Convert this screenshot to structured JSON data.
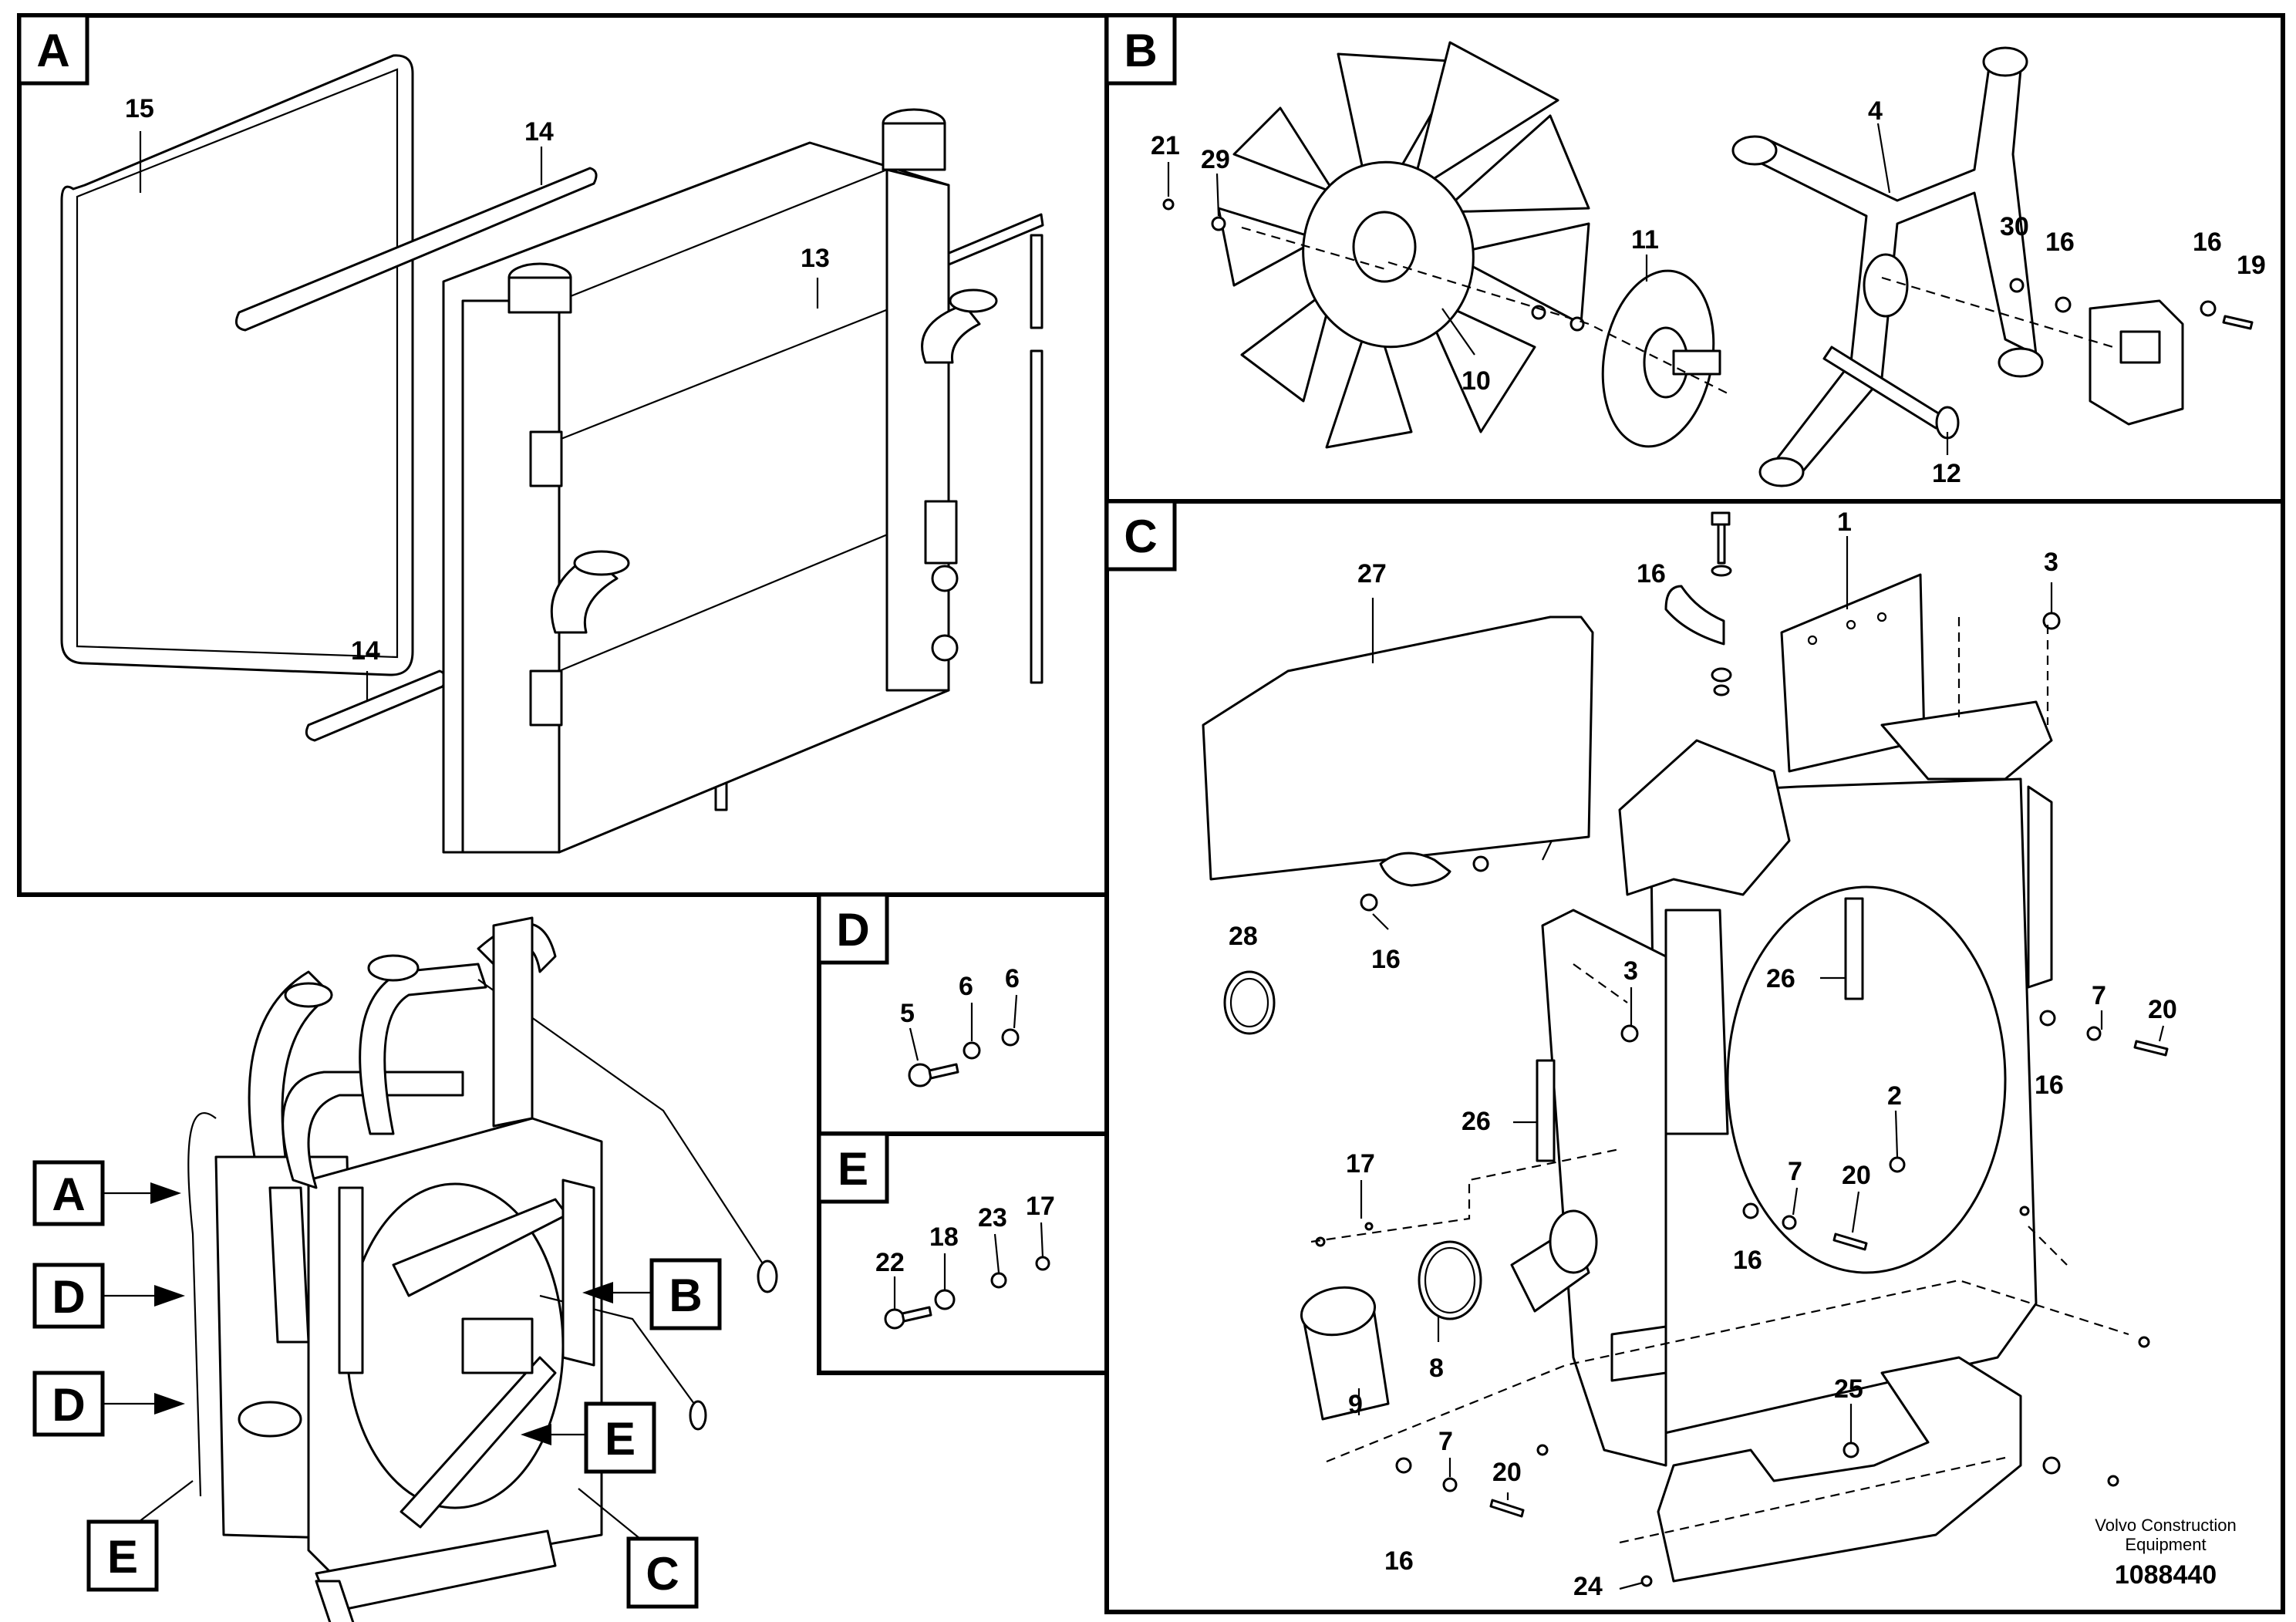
{
  "panels": {
    "A": "A",
    "B": "B",
    "C": "C",
    "D": "D",
    "E": "E"
  },
  "overview_tags": [
    "A",
    "D",
    "D",
    "E",
    "B",
    "E",
    "C"
  ],
  "labels": {
    "a15": "15",
    "a14t": "14",
    "a13": "13",
    "a14b": "14",
    "b21": "21",
    "b29": "29",
    "b10": "10",
    "b11": "11",
    "b4": "4",
    "b12": "12",
    "b30": "30",
    "b16a": "16",
    "b16b": "16",
    "b19": "19",
    "c27": "27",
    "c16a": "16",
    "c1": "1",
    "c3a": "3",
    "c16b": "16",
    "c28": "28",
    "c3b": "3",
    "c26a": "26",
    "c26b": "26",
    "c7a": "7",
    "c20a": "20",
    "c16c": "16",
    "c2": "2",
    "c7b": "7",
    "c20b": "20",
    "c16d": "16",
    "c17": "17",
    "c9": "9",
    "c8": "8",
    "c25": "25",
    "c7c": "7",
    "c20c": "20",
    "c16e": "16",
    "c24": "24",
    "d5": "5",
    "d6a": "6",
    "d6b": "6",
    "e22": "22",
    "e18": "18",
    "e23": "23",
    "e17": "17"
  },
  "footer": {
    "brand_line1": "Volvo Construction",
    "brand_line2": "Equipment",
    "drawing_number": "1088440"
  }
}
